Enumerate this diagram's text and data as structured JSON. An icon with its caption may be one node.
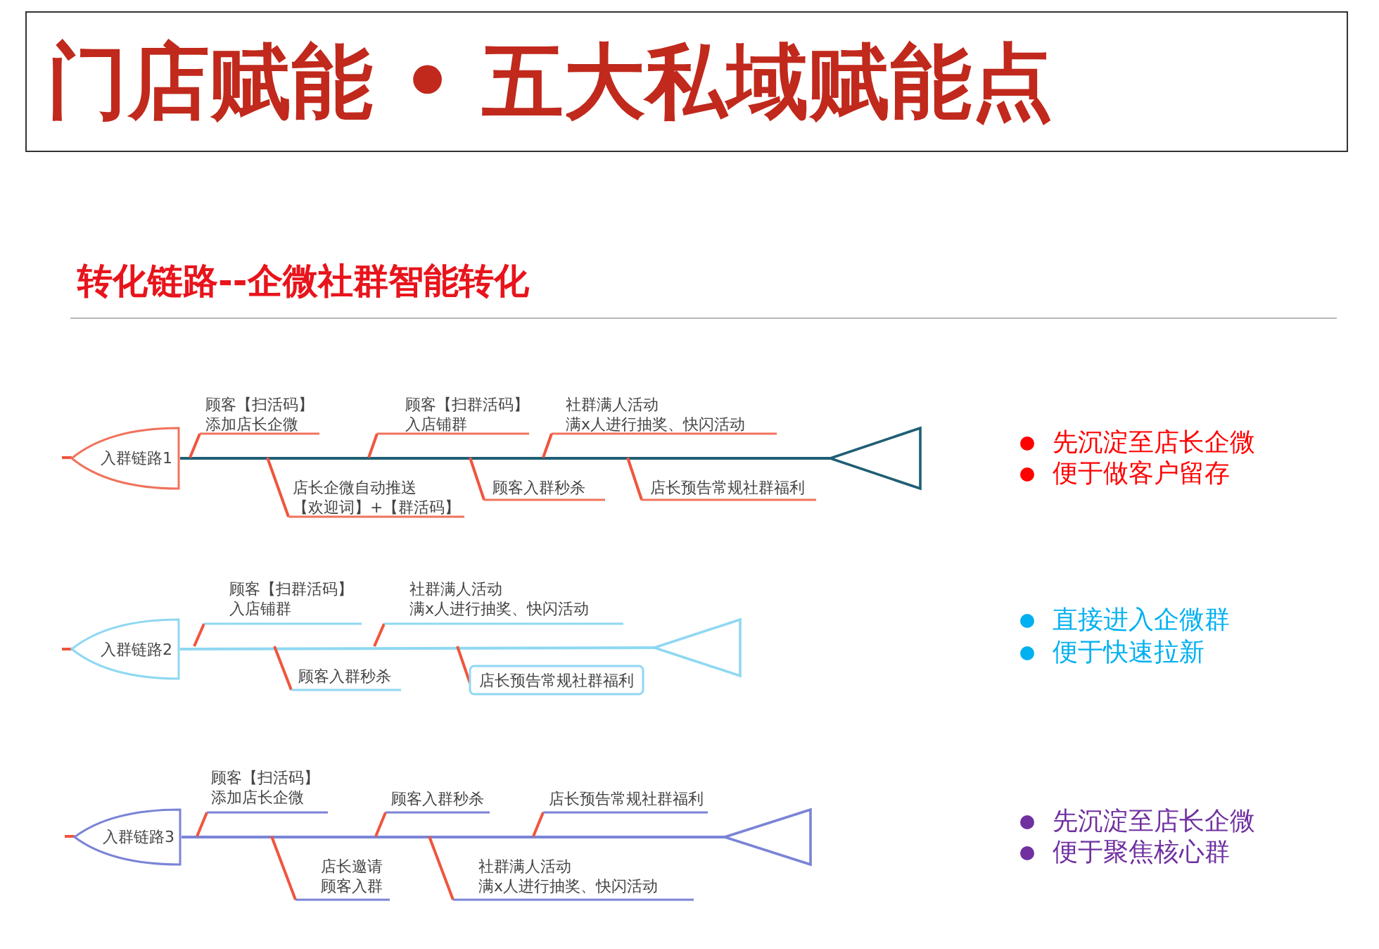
{
  "diagram": {
    "title": "门店赋能 • 五大私域赋能点",
    "nodes": [
      {
        "text": [
          "入群链路1"
        ]
      },
      {
        "text": [],
        "shape": "triangle"
      },
      {
        "text": [
          "入群链路2"
        ]
      },
      {
        "text": [
          "店长预告常规社群福利"
        ]
      },
      {
        "text": [],
        "shape": "triangle"
      },
      {
        "text": [
          "入群链路3"
        ]
      },
      {
        "text": [],
        "shape": "triangle"
      }
    ],
    "edges": [
      {
        "from": 0,
        "to": 1,
        "arrow": "none",
        "color": "#1f5f74"
      },
      {
        "from": 2,
        "to": 4,
        "arrow": "none",
        "color": "#8fd8f2"
      },
      {
        "from": null,
        "to": 3,
        "arrow": "none",
        "color": "#f0553d"
      },
      {
        "from": 5,
        "to": 6,
        "arrow": "none",
        "color": "#7a84d6"
      }
    ],
    "labels": [
      "转化链路--企微社群智能转化",
      "顾客【扫活码】添加店长企微",
      "顾客【扫群活码】入店铺群",
      "社群满人活动满x人进行抽奖、快闪活动",
      "店长企微自动推送【欢迎词】+【群活码】",
      "顾客入群秒杀",
      "店长预告常规社群福利",
      "先沉淀至店长企微",
      "便于做客户留存",
      "顾客【扫群活码】入店铺群",
      "社群满人活动满x人进行抽奖、快闪活动",
      "顾客入群秒杀",
      "直接进入企微群",
      "便于快速拉新",
      "顾客【扫活码】添加店长企微",
      "顾客入群秒杀",
      "店长预告常规社群福利",
      "店长邀请顾客入群",
      "社群满人活动满x人进行抽奖、快闪活动",
      "先沉淀至店长企微",
      "便于聚焦核心群"
    ]
  }
}
